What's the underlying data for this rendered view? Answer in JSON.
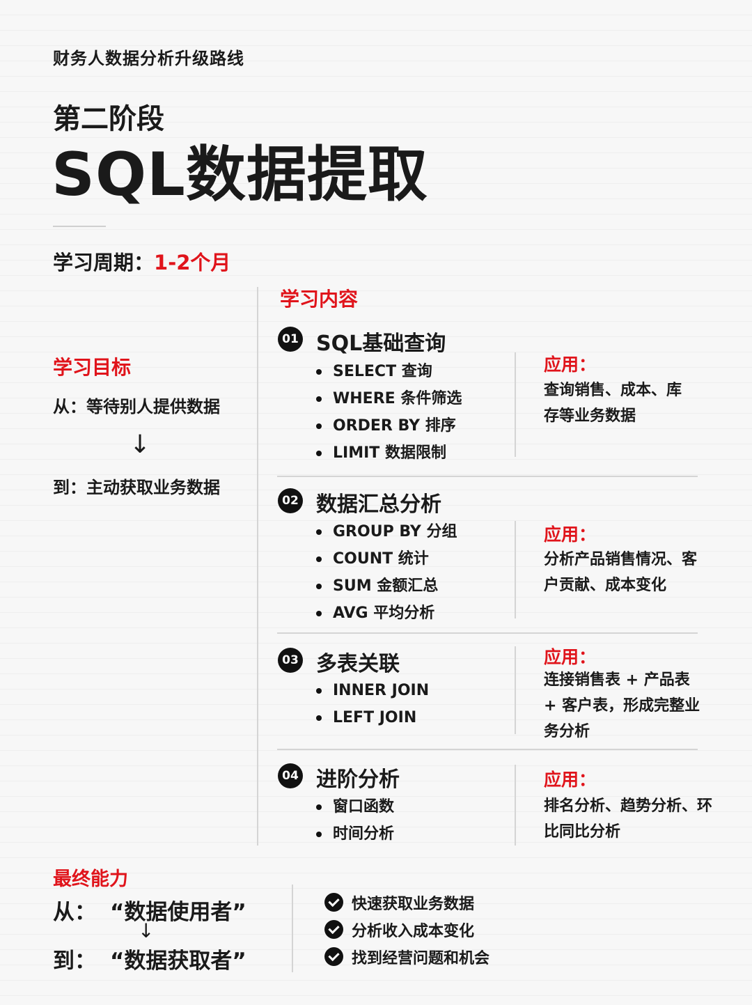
{
  "header": {
    "subtitle": "财务人数据分析升级路线",
    "stage": "第二阶段",
    "title": "SQL数据提取"
  },
  "period": {
    "label": "学习周期：",
    "value": "1-2个月"
  },
  "goal": {
    "heading": "学习目标",
    "from": "从：等待别人提供数据",
    "arrow": "↓",
    "to": "到：主动获取业务数据"
  },
  "content": {
    "heading": "学习内容",
    "sections": [
      {
        "num": "01",
        "title": "SQL基础查询",
        "items": [
          "SELECT 查询",
          "WHERE 条件筛选",
          "ORDER BY 排序",
          "LIMIT 数据限制"
        ],
        "app_heading": "应用：",
        "app_text": "查询销售、成本、库存等业务数据"
      },
      {
        "num": "02",
        "title": "数据汇总分析",
        "items": [
          "GROUP BY 分组",
          "COUNT 统计",
          "SUM 金额汇总",
          "AVG 平均分析"
        ],
        "app_heading": "应用：",
        "app_text": "分析产品销售情况、客户贡献、成本变化"
      },
      {
        "num": "03",
        "title": "多表关联",
        "items": [
          "INNER JOIN",
          "LEFT JOIN"
        ],
        "app_heading": "应用：",
        "app_text": "连接销售表 + 产品表 + 客户表，形成完整业务分析"
      },
      {
        "num": "04",
        "title": "进阶分析",
        "items": [
          "窗口函数",
          "时间分析"
        ],
        "app_heading": "应用：",
        "app_text": "排名分析、趋势分析、环比同比分析"
      }
    ]
  },
  "final": {
    "heading": "最终能力",
    "from_label": "从：",
    "from_value": "“数据使用者”",
    "arrow": "↓",
    "to_label": "到：",
    "to_value": "“数据获取者”",
    "capabilities": [
      "快速获取业务数据",
      "分析收入成本变化",
      "找到经营问题和机会"
    ]
  },
  "colors": {
    "accent": "#e0141b",
    "text": "#1a1a1a",
    "divider": "#d4d4d4"
  }
}
